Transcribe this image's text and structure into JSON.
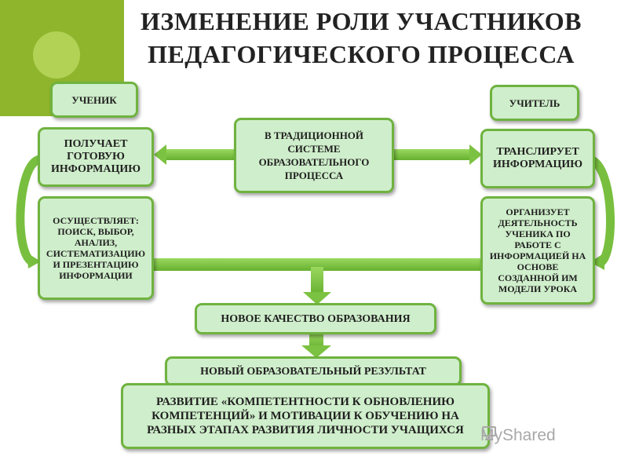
{
  "title": "ИЗМЕНЕНИЕ РОЛИ УЧАСТНИКОВ ПЕДАГОГИЧЕСКОГО ПРОЦЕССА",
  "boxes": {
    "uchenik": "УЧЕНИК",
    "uchitel": "УЧИТЕЛЬ",
    "poluchaet": "ПОЛУЧАЕТ ГОТОВУЮ ИНФОРМАЦИЮ",
    "traditional": "В ТРАДИЦИОННОЙ СИСТЕМЕ ОБРАЗОВАТЕЛЬНОГО ПРОЦЕССА",
    "transliruet": "ТРАНСЛИРУЕТ ИНФОРМАЦИЮ",
    "osushestvlyaet": "ОСУЩЕСТВЛЯЕТ: ПОИСК, ВЫБОР, АНАЛИЗ, СИСТЕМАТИЗАЦИЮ И ПРЕЗЕНТАЦИЮ ИНФОРМАЦИИ",
    "organizuet": "ОРГАНИЗУЕТ ДЕЯТЕЛЬНОСТЬ УЧЕНИКА ПО РАБОТЕ С ИНФОРМАЦИЕЙ НА ОСНОВЕ СОЗДАННОЙ ИМ МОДЕЛИ УРОКА",
    "novoe_kachestvo": "НОВОЕ КАЧЕСТВО ОБРАЗОВАНИЯ",
    "novyi_rezultat": "НОВЫЙ ОБРАЗОВАТЕЛЬНЫЙ РЕЗУЛЬТАТ",
    "razvitie": "РАЗВИТИЕ «КОМПЕТЕНТНОСТИ К ОБНОВЛЕНИЮ КОМПЕТЕНЦИЙ» И МОТИВАЦИИ К ОБУЧЕНИЮ НА РАЗНЫХ ЭТАПАХ РАЗВИТИЯ ЛИЧНОСТИ УЧАЩИХСЯ"
  },
  "watermark": "MyShared",
  "colors": {
    "box_fill": "#cfeecb",
    "box_border": "#6fb33f",
    "arrow": "#7cc242",
    "corner": "#8fb52d"
  }
}
